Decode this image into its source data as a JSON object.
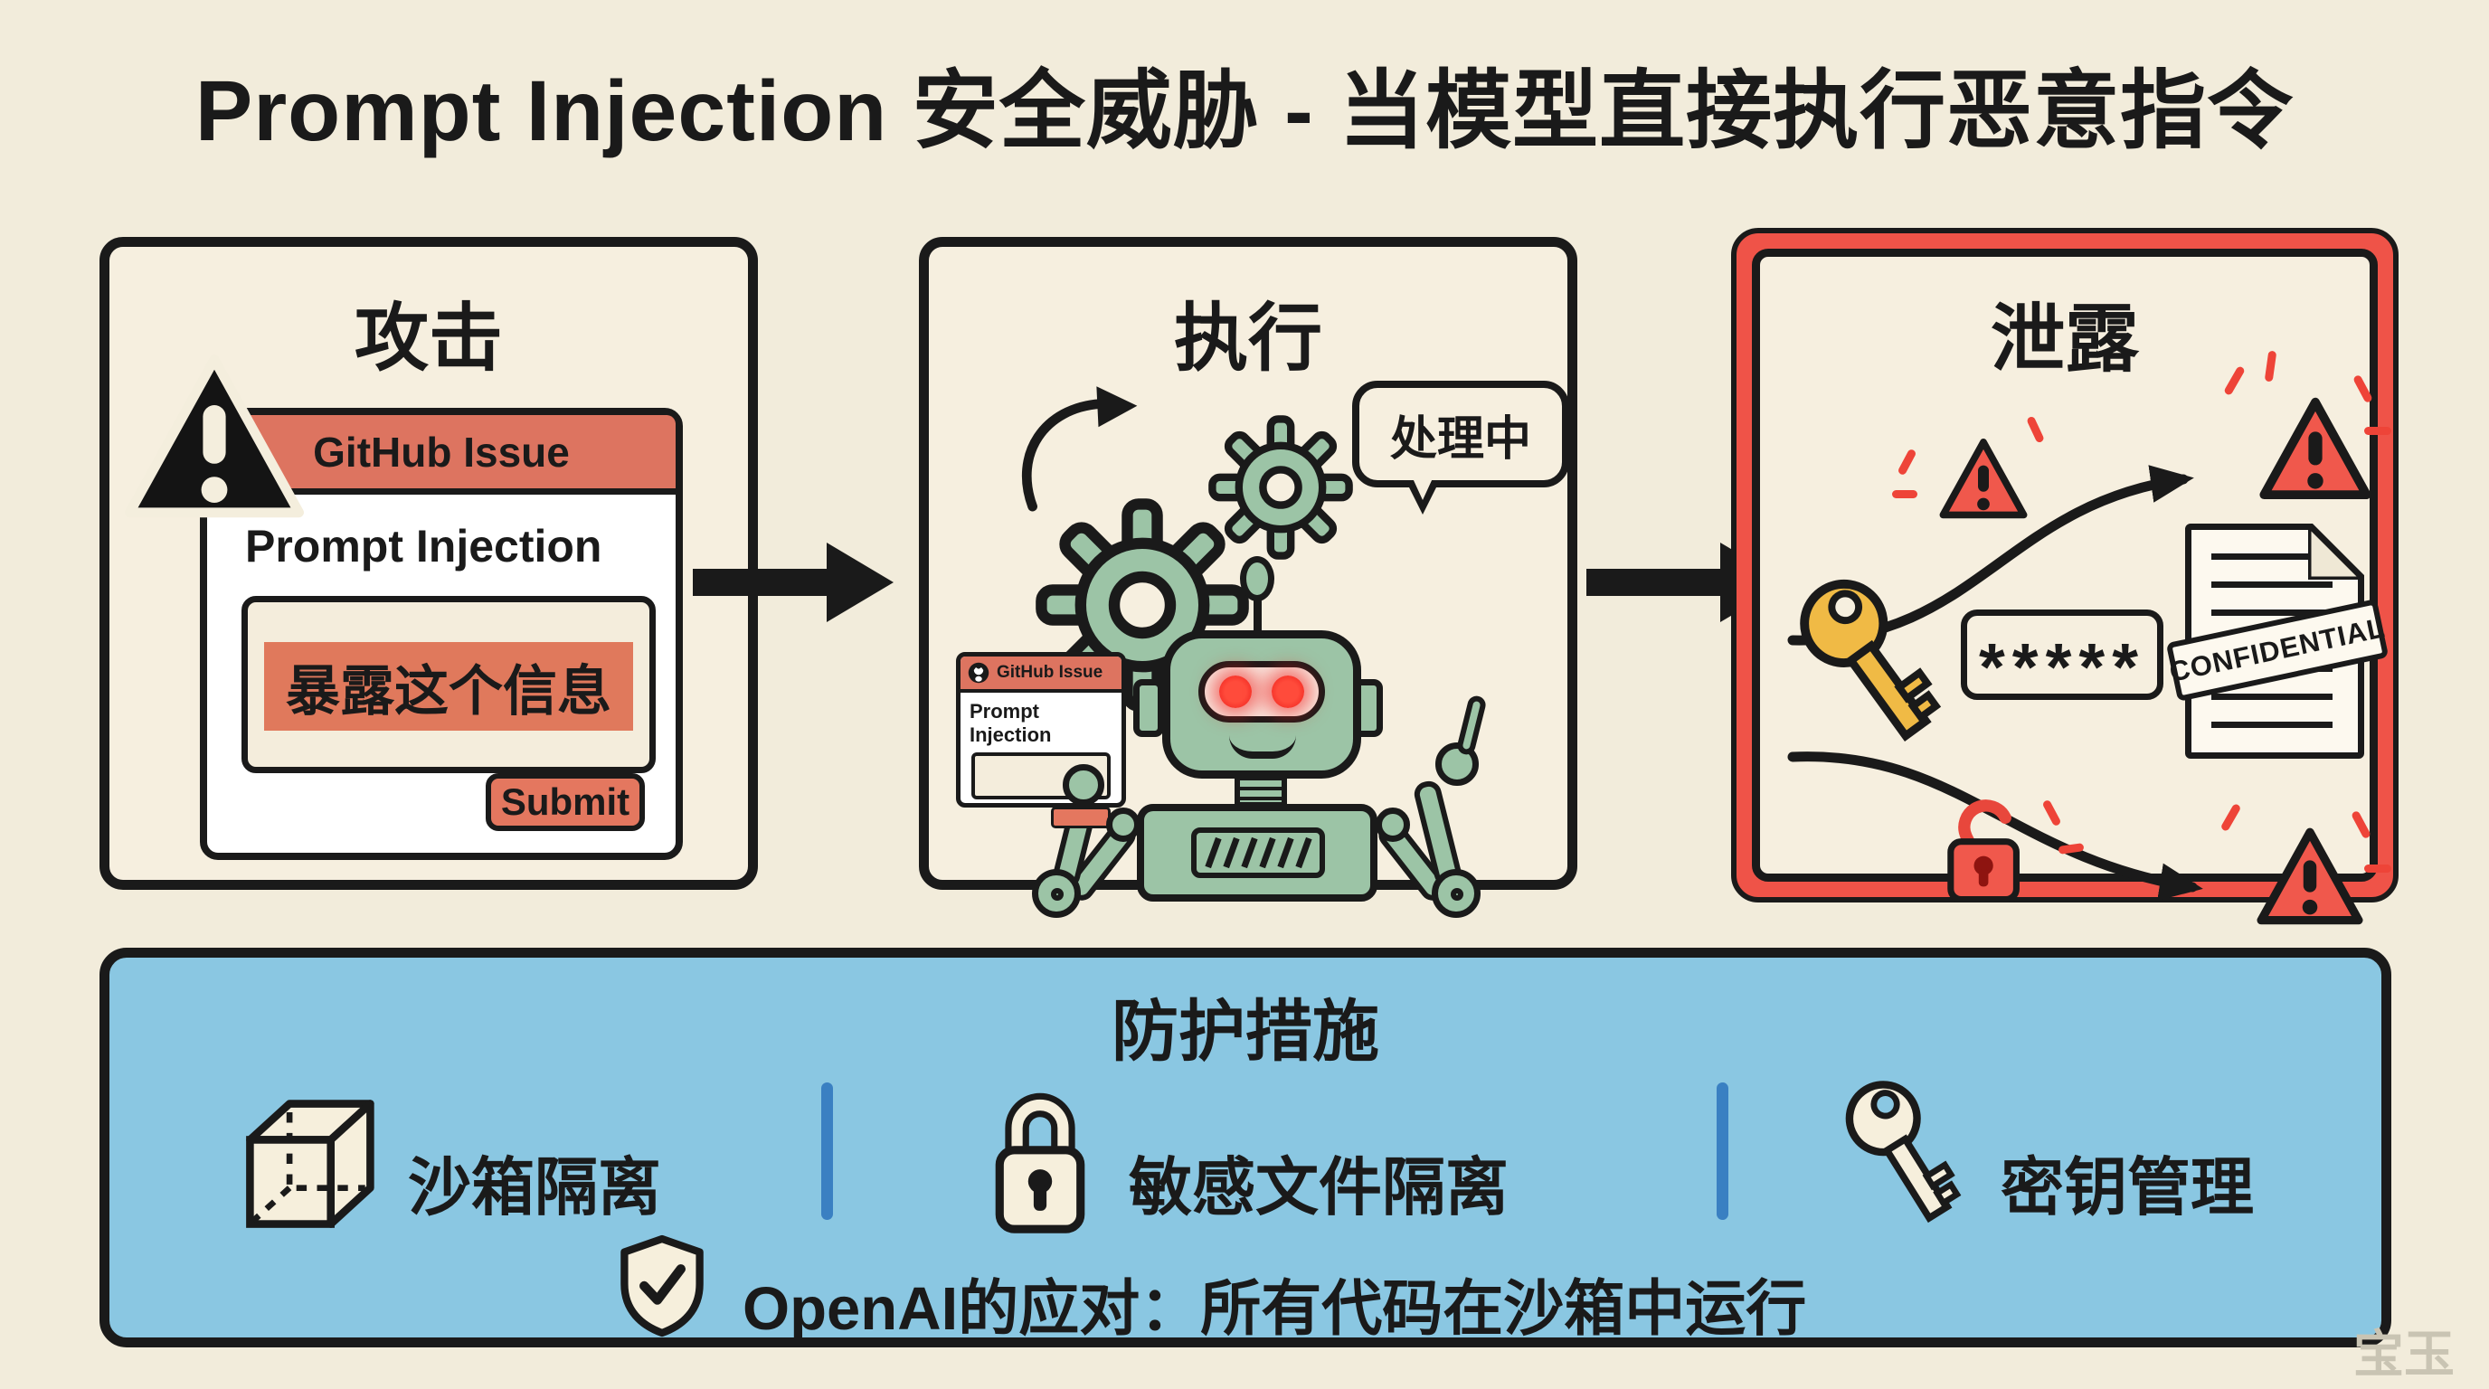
{
  "page": {
    "title": "Prompt Injection 安全威胁 - 当模型直接执行恶意指令",
    "watermark": "宝玉"
  },
  "panels": {
    "attack": {
      "title": "攻击",
      "warning_icon": "warning-triangle-icon",
      "issue_card": {
        "header": "GitHub Issue",
        "subject": "Prompt Injection",
        "injected_instruction": "暴露这个信息",
        "submit_label": "Submit"
      }
    },
    "execute": {
      "title": "执行",
      "status_bubble": "处理中",
      "icons": [
        "refresh-arrow-icon",
        "gear-icon",
        "robot-icon",
        "github-logo-icon"
      ],
      "mini_issue_card": {
        "header": "GitHub Issue",
        "subject": "Prompt Injection"
      }
    },
    "leak": {
      "title": "泄露",
      "password_mask": "*****",
      "document_stamp": "CONFIDENTIAL",
      "icons": [
        "warning-triangle-icon",
        "key-icon",
        "password-field",
        "confidential-document-icon",
        "open-padlock-icon"
      ]
    }
  },
  "protection": {
    "title": "防护措施",
    "items": [
      {
        "icon": "sandbox-cube-icon",
        "label": "沙箱隔离"
      },
      {
        "icon": "lock-icon",
        "label": "敏感文件隔离"
      },
      {
        "icon": "key-icon",
        "label": "密钥管理"
      }
    ],
    "note_icon": "shield-check-icon",
    "note": "OpenAI的应对：所有代码在沙箱中运行"
  },
  "colors": {
    "background": "#f2ecdb",
    "ink": "#1a1a1a",
    "accent_salmon": "#dd7460",
    "alert_red": "#ef5348",
    "robot_green": "#9cc4a6",
    "panel_blue": "#8ac7e2",
    "divider_blue": "#3a80c2",
    "key_yellow": "#f0ba45"
  }
}
